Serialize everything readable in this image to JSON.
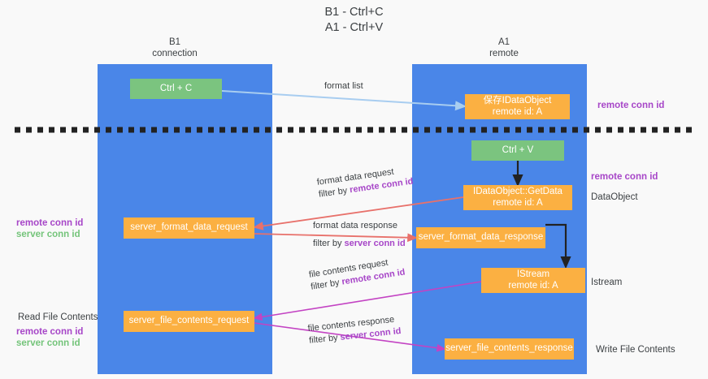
{
  "title": "B1 - Ctrl+C\nA1 - Ctrl+V",
  "columns": [
    {
      "name": "B1",
      "sub": "connection"
    },
    {
      "name": "A1",
      "sub": "remote"
    }
  ],
  "nodes": {
    "ctrl_c": "Ctrl + C",
    "ctrl_v": "Ctrl + V",
    "save_idataobject": "保存IDataObject\nremote id: A",
    "getdata": "IDataObject::GetData\nremote id: A",
    "istream": "IStream\nremote id: A",
    "server_format_data_request": "server_format_data_request",
    "server_format_data_response": "server_format_data_response",
    "server_file_contents_request": "server_file_contents_request",
    "server_file_contents_response": "server_file_contents_response"
  },
  "edges": {
    "format_list": "format list",
    "format_data_request": "format data request",
    "format_data_request_filter_prefix": "filter by ",
    "format_data_request_filter_key": "remote conn id",
    "format_data_response": "format data response",
    "format_data_response_filter_prefix": "filter by ",
    "format_data_response_filter_key": "server conn id",
    "file_contents_request": "file contents request",
    "file_contents_request_filter_prefix": "filter by ",
    "file_contents_request_filter_key": "remote conn id",
    "file_contents_response": "file contents response",
    "file_contents_response_filter_prefix": "filter by ",
    "file_contents_response_filter_key": "server conn id"
  },
  "right_labels": {
    "remote_conn_id_top": "remote conn id",
    "remote_conn_id_mid": "remote conn id",
    "dataobject": "DataObject",
    "istream": "Istream",
    "write_file_contents": "Write File Contents"
  },
  "left_labels": {
    "remote_conn_id": "remote conn id",
    "server_conn_id": "server conn id",
    "read_file_contents": "Read File Contents",
    "remote_conn_id_2": "remote conn id",
    "server_conn_id_2": "server conn id"
  },
  "colors": {
    "lane": "#4a86e8",
    "green_box": "#7bc47f",
    "orange_box": "#fbb042",
    "purple": "#a746c8",
    "green_text": "#74c47a",
    "arrow_blue": "#a8cdf0",
    "arrow_red": "#e8716b",
    "arrow_magenta": "#c343c3",
    "arrow_black": "#222222",
    "divider": "#222222",
    "background": "#f9f9f9"
  }
}
